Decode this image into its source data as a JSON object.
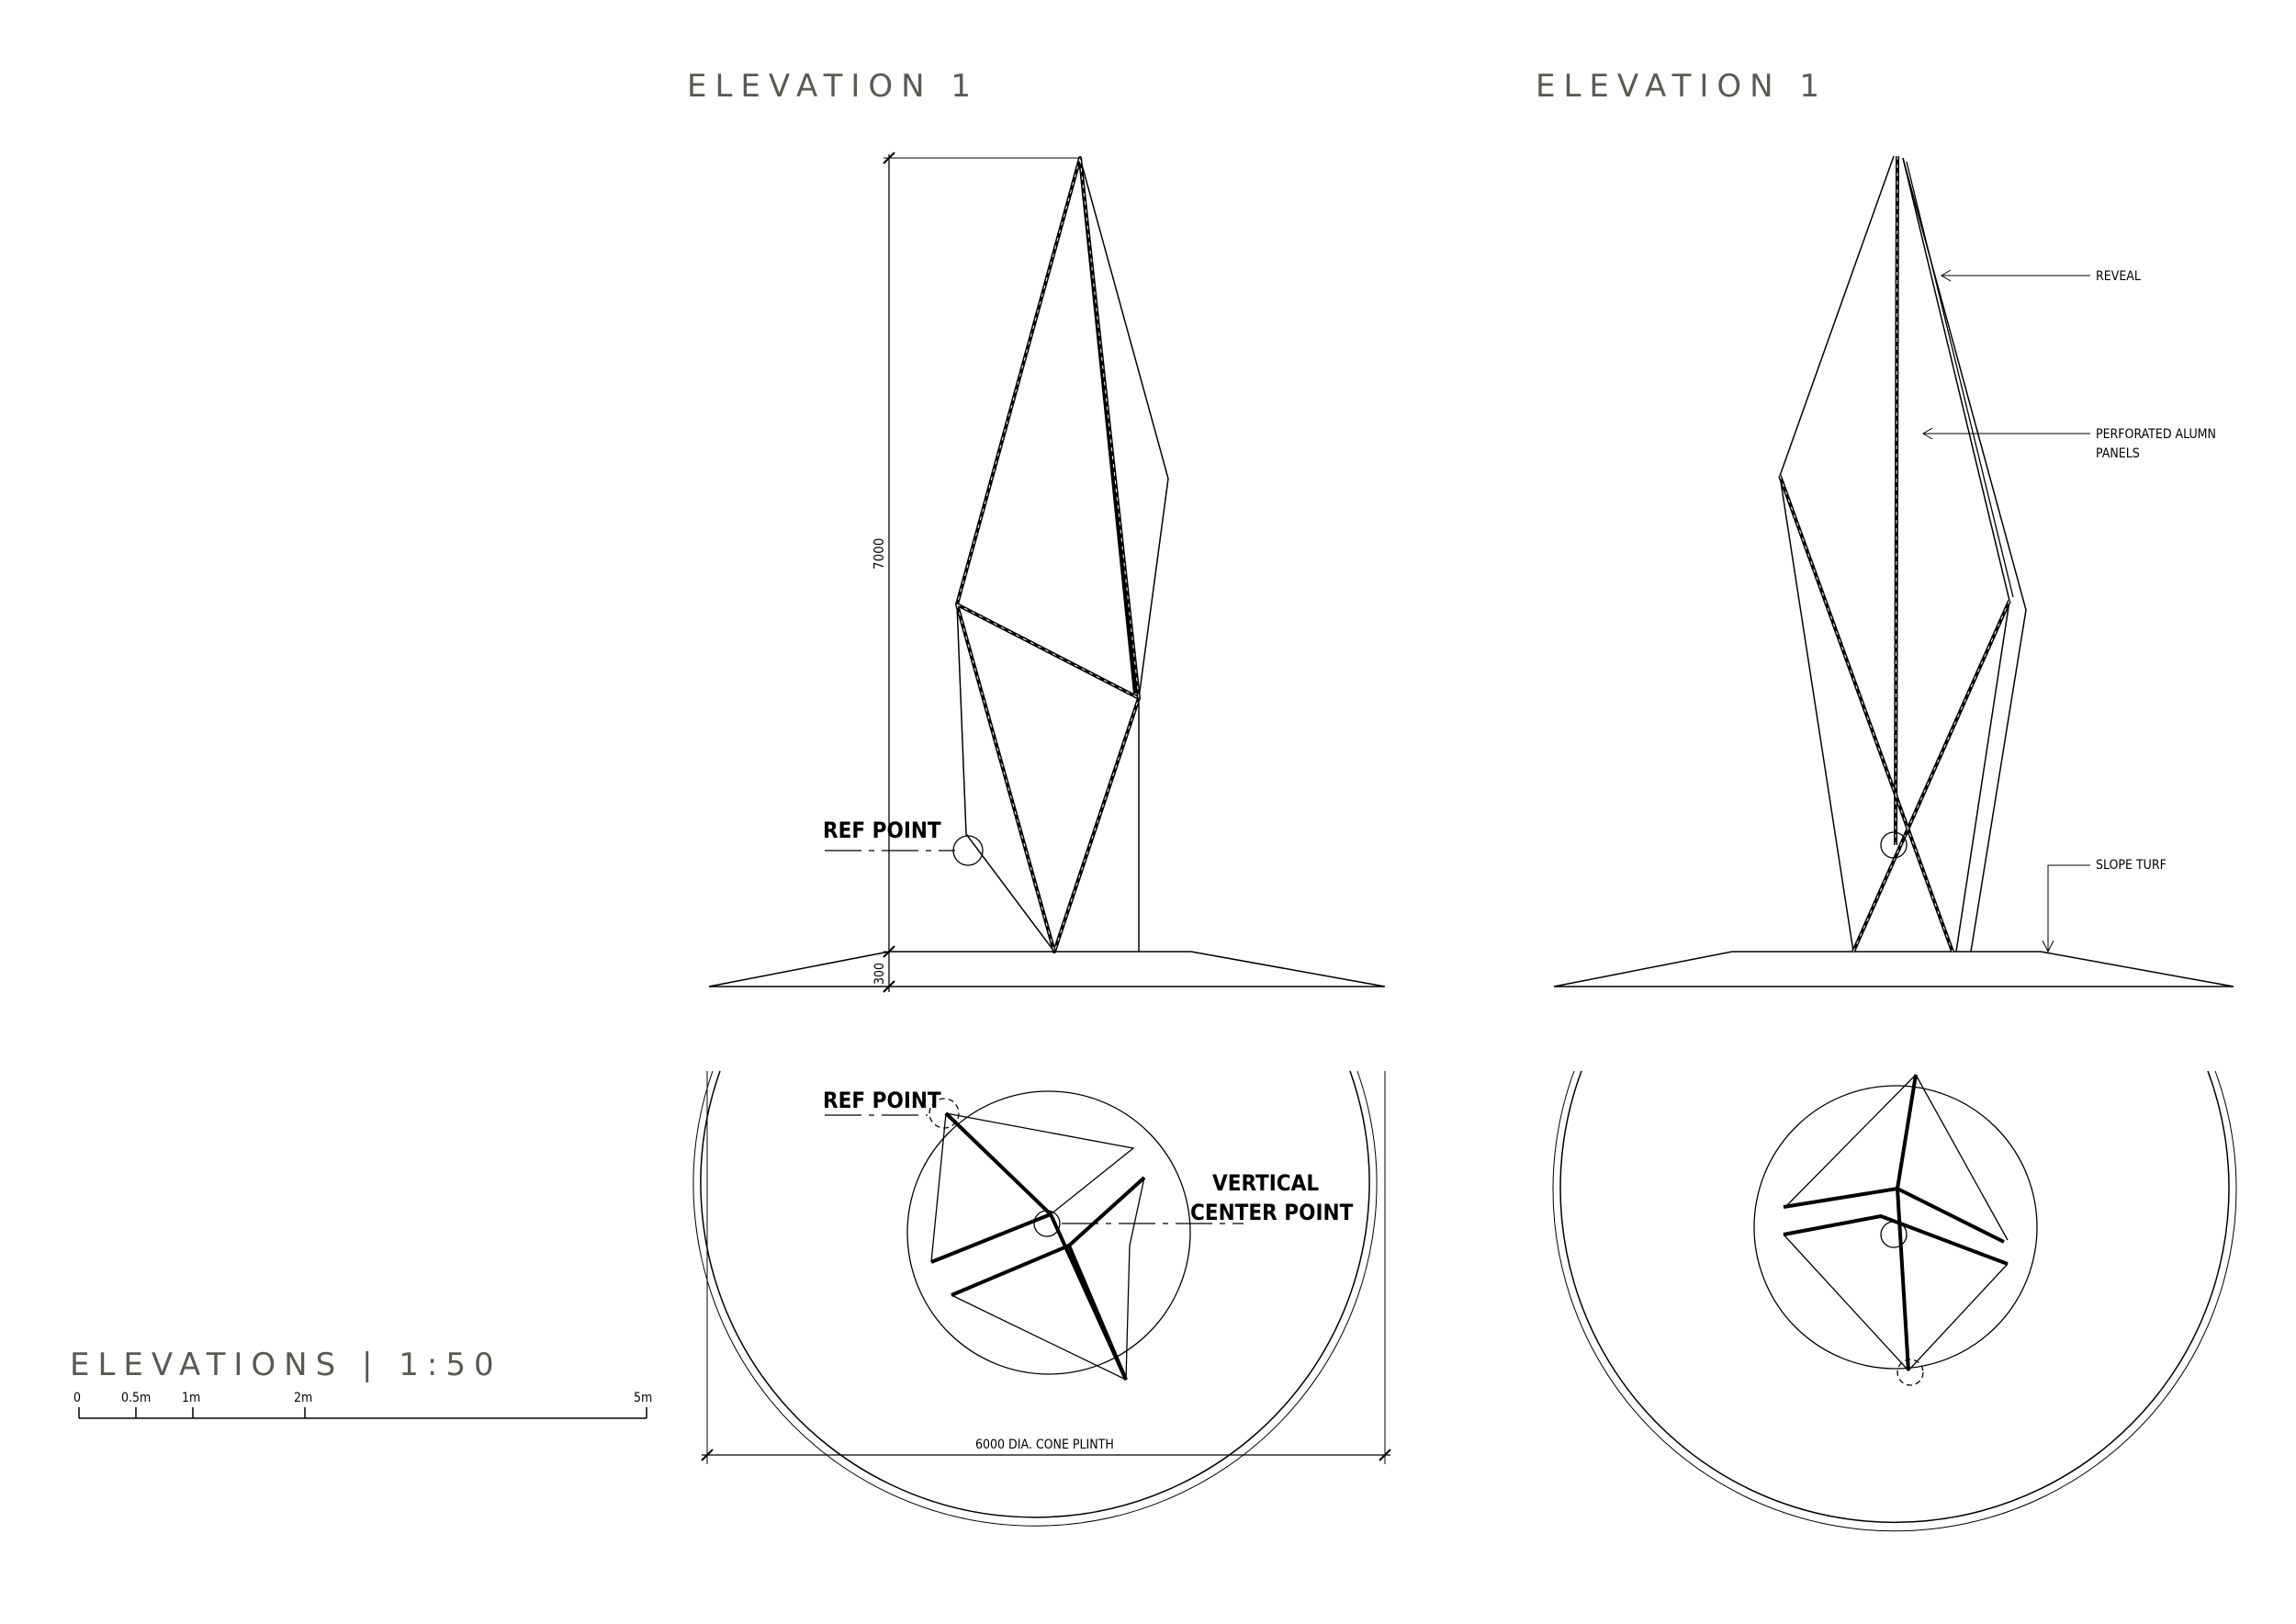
{
  "titles": {
    "elevation_left": "ELEVATION 1",
    "elevation_right": "ELEVATION 1",
    "scale_title": "ELEVATIONS | 1:50"
  },
  "scale_bar": {
    "ticks": [
      "0",
      "0.5m",
      "1m",
      "2m",
      "5m"
    ]
  },
  "dimensions": {
    "height": "7000",
    "base": "300",
    "plinth": "6000 DIA. CONE PLINTH"
  },
  "annotations": {
    "ref_point_elevation": "REF POINT",
    "ref_point_plan": "REF POINT",
    "vertical_center_1": "VERTICAL",
    "vertical_center_2": "CENTER POINT",
    "reveal": "REVEAL",
    "perforated_1": "PERFORATED ALUMN",
    "perforated_2": "PANELS",
    "slope_turf": "SLOPE TURF"
  },
  "colors": {
    "line": "#000000",
    "title": "#5a5a52"
  }
}
